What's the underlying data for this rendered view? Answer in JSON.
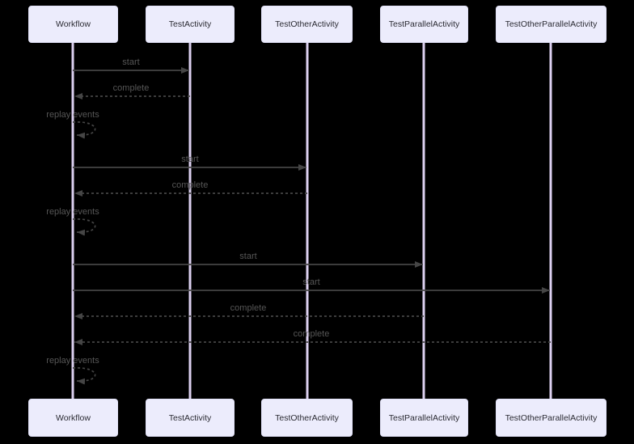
{
  "diagram": {
    "type": "sequence-diagram",
    "participants": [
      {
        "label": "Workflow"
      },
      {
        "label": "TestActivity"
      },
      {
        "label": "TestOtherActivity"
      },
      {
        "label": "TestParallelActivity"
      },
      {
        "label": "TestOtherParallelActivity"
      }
    ],
    "messages": [
      {
        "label": "start",
        "from": "Workflow",
        "to": "TestActivity",
        "style": "solid"
      },
      {
        "label": "complete",
        "from": "TestActivity",
        "to": "Workflow",
        "style": "dashed"
      },
      {
        "label": "replay events",
        "from": "Workflow",
        "to": "Workflow",
        "style": "dashed-self-loop"
      },
      {
        "label": "start",
        "from": "Workflow",
        "to": "TestOtherActivity",
        "style": "solid"
      },
      {
        "label": "complete",
        "from": "TestOtherActivity",
        "to": "Workflow",
        "style": "dashed"
      },
      {
        "label": "replay events",
        "from": "Workflow",
        "to": "Workflow",
        "style": "dashed-self-loop"
      },
      {
        "label": "start",
        "from": "Workflow",
        "to": "TestParallelActivity",
        "style": "solid"
      },
      {
        "label": "start",
        "from": "Workflow",
        "to": "TestOtherParallelActivity",
        "style": "solid"
      },
      {
        "label": "complete",
        "from": "TestParallelActivity",
        "to": "Workflow",
        "style": "dashed"
      },
      {
        "label": "complete",
        "from": "TestOtherParallelActivity",
        "to": "Workflow",
        "style": "dashed"
      },
      {
        "label": "replay events",
        "from": "Workflow",
        "to": "Workflow",
        "style": "dashed-self-loop"
      }
    ],
    "colors": {
      "background": "#000000",
      "actor_fill": "#ECECFC",
      "actor_border": "#E2E2F8",
      "actor_text": "#2B2B33",
      "lifeline": "#DCD0F0",
      "message_line": "#454545",
      "message_text": "#565656"
    }
  }
}
